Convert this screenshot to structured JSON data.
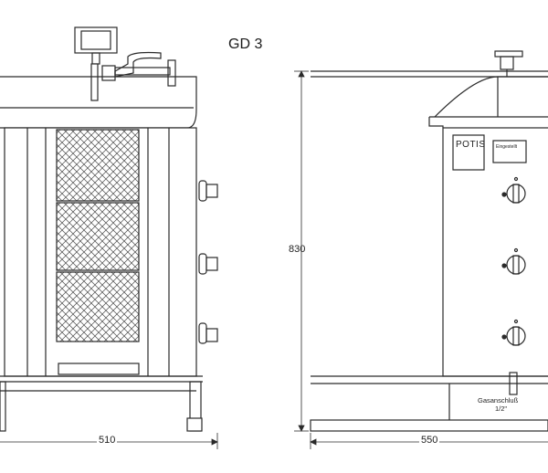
{
  "title": "GD 3",
  "dimensions": {
    "front_width": "510",
    "side_width": "550",
    "height": "830"
  },
  "labels": {
    "brand": "POTIS",
    "setting_plate": "Eingestellt",
    "gas_connection": "Gasanschluß",
    "gas_size": "1/2\""
  },
  "colors": {
    "line": "#2a2a2a",
    "panel_shade": "#efefef",
    "mesh": "#4a4a4a"
  },
  "view_names": [
    "front-view",
    "side-view"
  ]
}
